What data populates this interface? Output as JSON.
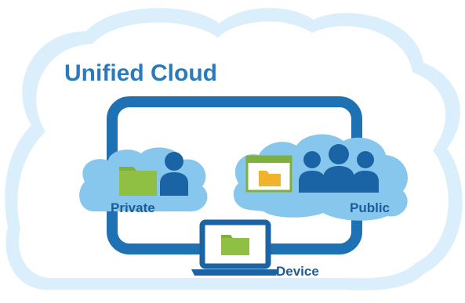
{
  "title": "Unified Cloud",
  "clouds": {
    "private_label": "Private",
    "public_label": "Public"
  },
  "device_label": "Device",
  "colors": {
    "outer_cloud": "#dbeefb",
    "outer_cloud_inner": "#ffffff",
    "inner_cloud": "#87c7ee",
    "frame": "#1e72b4",
    "people": "#1a64a6",
    "folder_private": "#7fb03c",
    "folder_public": "#f1b32b",
    "laptop": "#1a64a6",
    "laptop_folder": "#7fb03c",
    "text": "#2a7bbd"
  },
  "icons": {
    "private_folder": "folder-icon",
    "private_person": "person-icon",
    "public_window": "browser-window-icon",
    "public_people": "people-group-icon",
    "device": "laptop-icon"
  }
}
